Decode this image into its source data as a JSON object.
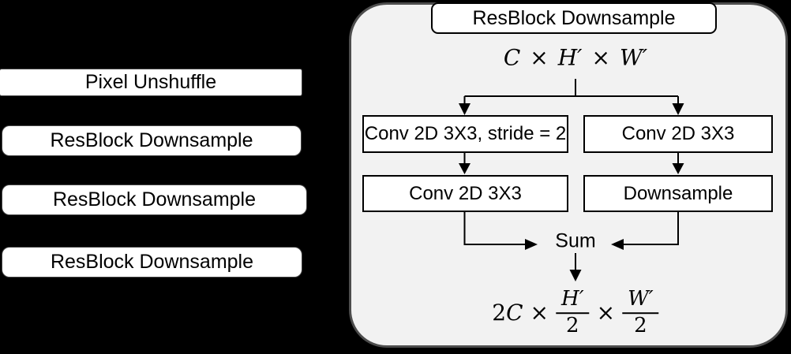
{
  "diagram": {
    "type": "neural-network-architecture-block-diagram",
    "left_column": {
      "nodes": [
        {
          "label": "Pixel Unshuffle"
        },
        {
          "label": "ResBlock Downsample"
        },
        {
          "label": "ResBlock Downsample"
        },
        {
          "label": "ResBlock Downsample"
        }
      ]
    },
    "panel": {
      "title": "ResBlock Downsample",
      "input_formula": {
        "var1": "C",
        "times1": "×",
        "var2": "H′",
        "times2": "×",
        "var3": "W′"
      },
      "nodes": {
        "conv_stride": "Conv 2D 3X3, stride = 2",
        "conv_right_top": "Conv 2D 3X3",
        "conv_left_bottom": "Conv 2D 3X3",
        "downsample": "Downsample",
        "sum": "Sum"
      },
      "output_formula": {
        "coeff_num": "2",
        "coeff_var": "C",
        "times1": "×",
        "frac1_num": "H′",
        "frac1_den": "2",
        "times2": "×",
        "frac2_num": "W′",
        "frac2_den": "2"
      }
    },
    "colors": {
      "background": "#000000",
      "panel_fill": "#f2f2f2",
      "panel_border": "#4d4d4d",
      "node_fill": "#ffffff",
      "node_border": "#000000",
      "text": "#000000",
      "arrow": "#000000"
    }
  }
}
